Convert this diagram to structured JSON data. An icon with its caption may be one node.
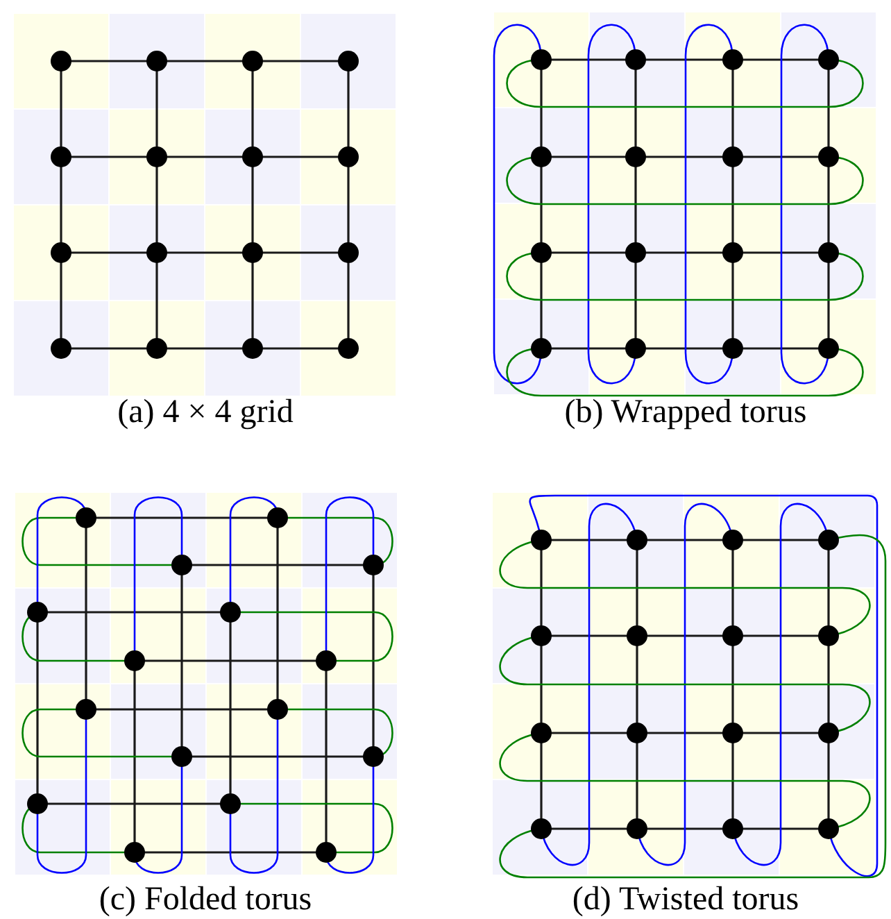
{
  "diagram": {
    "nodes": [
      {
        "text": [],
        "shape": "circle"
      },
      {
        "text": [],
        "shape": "circle"
      },
      {
        "text": [],
        "shape": "circle"
      },
      {
        "text": [],
        "shape": "circle"
      },
      {
        "text": [],
        "shape": "circle"
      },
      {
        "text": [],
        "shape": "circle"
      },
      {
        "text": [],
        "shape": "circle"
      },
      {
        "text": [],
        "shape": "circle"
      },
      {
        "text": [],
        "shape": "circle"
      },
      {
        "text": [],
        "shape": "circle"
      },
      {
        "text": [],
        "shape": "circle"
      },
      {
        "text": [],
        "shape": "circle"
      },
      {
        "text": [],
        "shape": "circle"
      },
      {
        "text": [],
        "shape": "circle"
      },
      {
        "text": [],
        "shape": "circle"
      },
      {
        "text": [],
        "shape": "circle"
      },
      {
        "text": [],
        "shape": "circle"
      },
      {
        "text": [],
        "shape": "circle"
      },
      {
        "text": [],
        "shape": "circle"
      },
      {
        "text": [],
        "shape": "circle"
      },
      {
        "text": [],
        "shape": "circle"
      },
      {
        "text": [],
        "shape": "circle"
      },
      {
        "text": [],
        "shape": "circle"
      },
      {
        "text": [],
        "shape": "circle"
      },
      {
        "text": [],
        "shape": "circle"
      },
      {
        "text": [],
        "shape": "circle"
      },
      {
        "text": [],
        "shape": "circle"
      },
      {
        "text": [],
        "shape": "circle"
      },
      {
        "text": [],
        "shape": "circle"
      },
      {
        "text": [],
        "shape": "circle"
      },
      {
        "text": [],
        "shape": "circle"
      },
      {
        "text": [],
        "shape": "circle"
      },
      {
        "text": [],
        "shape": "circle"
      },
      {
        "text": [],
        "shape": "circle"
      },
      {
        "text": [],
        "shape": "circle"
      },
      {
        "text": [],
        "shape": "circle"
      },
      {
        "text": [],
        "shape": "circle"
      },
      {
        "text": [],
        "shape": "circle"
      },
      {
        "text": [],
        "shape": "circle"
      },
      {
        "text": [],
        "shape": "circle"
      },
      {
        "text": [],
        "shape": "circle"
      },
      {
        "text": [],
        "shape": "circle"
      },
      {
        "text": [],
        "shape": "circle"
      },
      {
        "text": [],
        "shape": "circle"
      },
      {
        "text": [],
        "shape": "circle"
      },
      {
        "text": [],
        "shape": "circle"
      },
      {
        "text": [],
        "shape": "circle"
      },
      {
        "text": [],
        "shape": "circle"
      },
      {
        "text": [],
        "shape": "circle"
      },
      {
        "text": [],
        "shape": "circle"
      },
      {
        "text": [],
        "shape": "circle"
      },
      {
        "text": [],
        "shape": "circle"
      },
      {
        "text": [],
        "shape": "circle"
      },
      {
        "text": [],
        "shape": "circle"
      },
      {
        "text": [],
        "shape": "circle"
      },
      {
        "text": [],
        "shape": "circle"
      },
      {
        "text": [],
        "shape": "circle"
      },
      {
        "text": [],
        "shape": "circle"
      },
      {
        "text": [],
        "shape": "circle"
      },
      {
        "text": [],
        "shape": "circle"
      },
      {
        "text": [],
        "shape": "circle"
      },
      {
        "text": [],
        "shape": "circle"
      },
      {
        "text": [],
        "shape": "circle"
      },
      {
        "text": [],
        "shape": "circle"
      }
    ],
    "edges": [
      {
        "from": 0,
        "to": 1,
        "arrow": "none"
      },
      {
        "from": 1,
        "to": 2,
        "arrow": "none"
      },
      {
        "from": 2,
        "to": 3,
        "arrow": "none"
      },
      {
        "from": 4,
        "to": 5,
        "arrow": "none"
      },
      {
        "from": 5,
        "to": 6,
        "arrow": "none"
      },
      {
        "from": 6,
        "to": 7,
        "arrow": "none"
      },
      {
        "from": 8,
        "to": 9,
        "arrow": "none"
      },
      {
        "from": 9,
        "to": 10,
        "arrow": "none"
      },
      {
        "from": 10,
        "to": 11,
        "arrow": "none"
      },
      {
        "from": 12,
        "to": 13,
        "arrow": "none"
      },
      {
        "from": 13,
        "to": 14,
        "arrow": "none"
      },
      {
        "from": 14,
        "to": 15,
        "arrow": "none"
      },
      {
        "from": 0,
        "to": 4,
        "arrow": "none"
      },
      {
        "from": 1,
        "to": 5,
        "arrow": "none"
      },
      {
        "from": 2,
        "to": 6,
        "arrow": "none"
      },
      {
        "from": 3,
        "to": 7,
        "arrow": "none"
      },
      {
        "from": 4,
        "to": 8,
        "arrow": "none"
      },
      {
        "from": 5,
        "to": 9,
        "arrow": "none"
      },
      {
        "from": 6,
        "to": 10,
        "arrow": "none"
      },
      {
        "from": 7,
        "to": 11,
        "arrow": "none"
      },
      {
        "from": 8,
        "to": 12,
        "arrow": "none"
      },
      {
        "from": 9,
        "to": 13,
        "arrow": "none"
      },
      {
        "from": 10,
        "to": 14,
        "arrow": "none"
      },
      {
        "from": 11,
        "to": 15,
        "arrow": "none"
      },
      {
        "from": 16,
        "to": 17,
        "arrow": "none"
      },
      {
        "from": 17,
        "to": 18,
        "arrow": "none"
      },
      {
        "from": 18,
        "to": 19,
        "arrow": "none"
      },
      {
        "from": 20,
        "to": 21,
        "arrow": "none"
      },
      {
        "from": 21,
        "to": 22,
        "arrow": "none"
      },
      {
        "from": 22,
        "to": 23,
        "arrow": "none"
      },
      {
        "from": 24,
        "to": 25,
        "arrow": "none"
      },
      {
        "from": 25,
        "to": 26,
        "arrow": "none"
      },
      {
        "from": 26,
        "to": 27,
        "arrow": "none"
      },
      {
        "from": 28,
        "to": 29,
        "arrow": "none"
      },
      {
        "from": 29,
        "to": 30,
        "arrow": "none"
      },
      {
        "from": 30,
        "to": 31,
        "arrow": "none"
      },
      {
        "from": 16,
        "to": 20,
        "arrow": "none"
      },
      {
        "from": 17,
        "to": 21,
        "arrow": "none"
      },
      {
        "from": 18,
        "to": 22,
        "arrow": "none"
      },
      {
        "from": 19,
        "to": 23,
        "arrow": "none"
      },
      {
        "from": 20,
        "to": 24,
        "arrow": "none"
      },
      {
        "from": 21,
        "to": 25,
        "arrow": "none"
      },
      {
        "from": 22,
        "to": 26,
        "arrow": "none"
      },
      {
        "from": 23,
        "to": 27,
        "arrow": "none"
      },
      {
        "from": 24,
        "to": 28,
        "arrow": "none"
      },
      {
        "from": 25,
        "to": 29,
        "arrow": "none"
      },
      {
        "from": 26,
        "to": 30,
        "arrow": "none"
      },
      {
        "from": 27,
        "to": 31,
        "arrow": "none"
      },
      {
        "from": 16,
        "to": 28,
        "arrow": "none",
        "color": "#0000ff"
      },
      {
        "from": 17,
        "to": 29,
        "arrow": "none",
        "color": "#0000ff"
      },
      {
        "from": 18,
        "to": 30,
        "arrow": "none",
        "color": "#0000ff"
      },
      {
        "from": 19,
        "to": 31,
        "arrow": "none",
        "color": "#0000ff"
      },
      {
        "from": 16,
        "to": 19,
        "arrow": "none",
        "color": "#008000"
      },
      {
        "from": 20,
        "to": 23,
        "arrow": "none",
        "color": "#008000"
      },
      {
        "from": 24,
        "to": 27,
        "arrow": "none",
        "color": "#008000"
      },
      {
        "from": 28,
        "to": 31,
        "arrow": "none",
        "color": "#008000"
      },
      {
        "from": 32,
        "to": 33,
        "arrow": "none"
      },
      {
        "from": 34,
        "to": 35,
        "arrow": "none"
      },
      {
        "from": 36,
        "to": 37,
        "arrow": "none"
      },
      {
        "from": 38,
        "to": 39,
        "arrow": "none"
      },
      {
        "from": 40,
        "to": 41,
        "arrow": "none"
      },
      {
        "from": 42,
        "to": 43,
        "arrow": "none"
      },
      {
        "from": 44,
        "to": 45,
        "arrow": "none"
      },
      {
        "from": 46,
        "to": 47,
        "arrow": "none"
      },
      {
        "from": 32,
        "to": 40,
        "arrow": "none"
      },
      {
        "from": 33,
        "to": 41,
        "arrow": "none"
      },
      {
        "from": 34,
        "to": 42,
        "arrow": "none"
      },
      {
        "from": 35,
        "to": 43,
        "arrow": "none"
      },
      {
        "from": 36,
        "to": 44,
        "arrow": "none"
      },
      {
        "from": 37,
        "to": 45,
        "arrow": "none"
      },
      {
        "from": 38,
        "to": 46,
        "arrow": "none"
      },
      {
        "from": 39,
        "to": 47,
        "arrow": "none"
      },
      {
        "from": 32,
        "to": 34,
        "arrow": "none",
        "color": "#008000"
      },
      {
        "from": 36,
        "to": 38,
        "arrow": "none",
        "color": "#008000"
      },
      {
        "from": 40,
        "to": 42,
        "arrow": "none",
        "color": "#008000"
      },
      {
        "from": 44,
        "to": 46,
        "arrow": "none",
        "color": "#008000"
      },
      {
        "from": 33,
        "to": 35,
        "arrow": "none",
        "color": "#008000"
      },
      {
        "from": 37,
        "to": 39,
        "arrow": "none",
        "color": "#008000"
      },
      {
        "from": 41,
        "to": 43,
        "arrow": "none",
        "color": "#008000"
      },
      {
        "from": 45,
        "to": 47,
        "arrow": "none",
        "color": "#008000"
      },
      {
        "from": 32,
        "to": 36,
        "arrow": "none",
        "color": "#0000ff"
      },
      {
        "from": 34,
        "to": 38,
        "arrow": "none",
        "color": "#0000ff"
      },
      {
        "from": 33,
        "to": 37,
        "arrow": "none",
        "color": "#0000ff"
      },
      {
        "from": 35,
        "to": 39,
        "arrow": "none",
        "color": "#0000ff"
      },
      {
        "from": 44,
        "to": 40,
        "arrow": "none",
        "color": "#0000ff"
      },
      {
        "from": 46,
        "to": 42,
        "arrow": "none",
        "color": "#0000ff"
      },
      {
        "from": 45,
        "to": 41,
        "arrow": "none",
        "color": "#0000ff"
      },
      {
        "from": 47,
        "to": 43,
        "arrow": "none",
        "color": "#0000ff"
      },
      {
        "from": 48,
        "to": 49,
        "arrow": "none"
      },
      {
        "from": 49,
        "to": 50,
        "arrow": "none"
      },
      {
        "from": 50,
        "to": 51,
        "arrow": "none"
      },
      {
        "from": 52,
        "to": 53,
        "arrow": "none"
      },
      {
        "from": 53,
        "to": 54,
        "arrow": "none"
      },
      {
        "from": 54,
        "to": 55,
        "arrow": "none"
      },
      {
        "from": 56,
        "to": 57,
        "arrow": "none"
      },
      {
        "from": 57,
        "to": 58,
        "arrow": "none"
      },
      {
        "from": 58,
        "to": 59,
        "arrow": "none"
      },
      {
        "from": 60,
        "to": 61,
        "arrow": "none"
      },
      {
        "from": 61,
        "to": 62,
        "arrow": "none"
      },
      {
        "from": 62,
        "to": 63,
        "arrow": "none"
      },
      {
        "from": 48,
        "to": 52,
        "arrow": "none"
      },
      {
        "from": 49,
        "to": 53,
        "arrow": "none"
      },
      {
        "from": 50,
        "to": 54,
        "arrow": "none"
      },
      {
        "from": 51,
        "to": 55,
        "arrow": "none"
      },
      {
        "from": 52,
        "to": 56,
        "arrow": "none"
      },
      {
        "from": 53,
        "to": 57,
        "arrow": "none"
      },
      {
        "from": 54,
        "to": 58,
        "arrow": "none"
      },
      {
        "from": 55,
        "to": 59,
        "arrow": "none"
      },
      {
        "from": 56,
        "to": 60,
        "arrow": "none"
      },
      {
        "from": 57,
        "to": 61,
        "arrow": "none"
      },
      {
        "from": 58,
        "to": 62,
        "arrow": "none"
      },
      {
        "from": 59,
        "to": 63,
        "arrow": "none"
      },
      {
        "from": 48,
        "to": 63,
        "arrow": "none",
        "color": "#0000ff"
      },
      {
        "from": 49,
        "to": 60,
        "arrow": "none",
        "color": "#0000ff"
      },
      {
        "from": 50,
        "to": 61,
        "arrow": "none",
        "color": "#0000ff"
      },
      {
        "from": 51,
        "to": 62,
        "arrow": "none",
        "color": "#0000ff"
      },
      {
        "from": 48,
        "to": 55,
        "arrow": "none",
        "color": "#008000"
      },
      {
        "from": 52,
        "to": 59,
        "arrow": "none",
        "color": "#008000"
      },
      {
        "from": 56,
        "to": 63,
        "arrow": "none",
        "color": "#008000"
      },
      {
        "from": 60,
        "to": 51,
        "arrow": "none",
        "color": "#008000"
      }
    ],
    "labels": [
      "(a) 4 × 4 grid",
      "(b) Wrapped torus",
      "(c) Folded torus",
      "(d) Twisted torus"
    ]
  }
}
